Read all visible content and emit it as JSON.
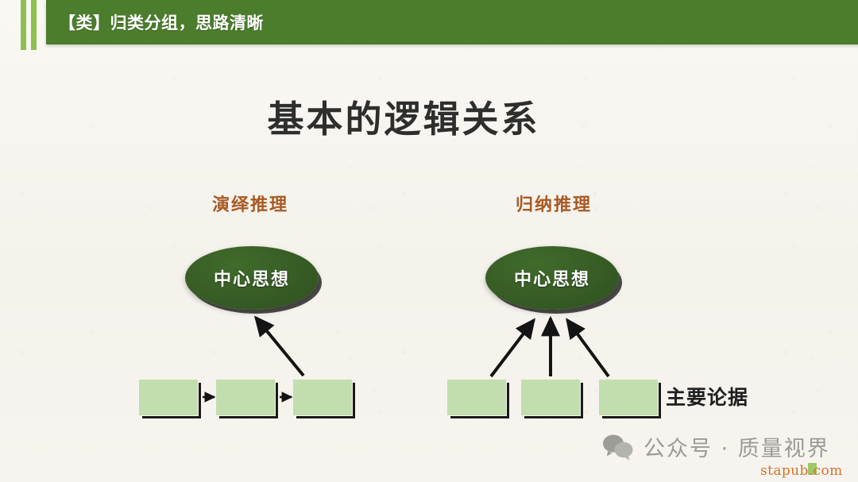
{
  "header": {
    "title": "【类】归类分组，思路清晰",
    "band_color": "#4b7d2c",
    "stripe_color": "#8cc152"
  },
  "main": {
    "title": "基本的逻辑关系",
    "title_color": "#2e2e2c",
    "background_color": "#f8f6f1"
  },
  "diagrams": {
    "label_color": "#a85a24",
    "node_color": "#375c25",
    "box_color": "#c3deae",
    "left": {
      "label": "演绎推理",
      "node_text": "中心思想",
      "boxes": [
        "",
        "",
        ""
      ],
      "box_count": 3,
      "flow": "chain"
    },
    "right": {
      "label": "归纳推理",
      "node_text": "中心思想",
      "boxes": [
        "",
        "",
        ""
      ],
      "box_count": 3,
      "flow": "converge",
      "evidence_label": "主要论据"
    }
  },
  "watermark": {
    "icon": "wechat-icon",
    "text": "公众号 · 质量视界",
    "text_color": "#9b9b96",
    "url": "stapub.com",
    "url_color": "#d4722a"
  }
}
